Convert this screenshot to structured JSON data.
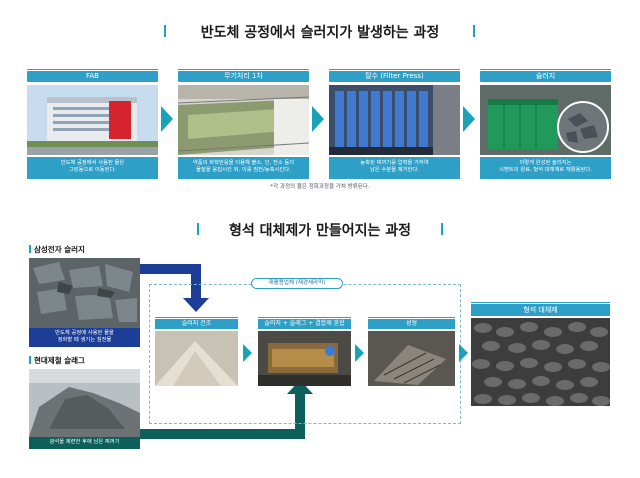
{
  "top": {
    "title": "반도체 공정에서 슬러지가 발생하는 과정",
    "stages": [
      {
        "label": "FAB",
        "caption_1": "반도체 공정에서 사용된 물은",
        "caption_2": "그린동으로 이동된다."
      },
      {
        "label": "무기처리 1차",
        "caption_1": "약품의 화학반응을 이용해 불소, 인, 전소 등의",
        "caption_2": "물질을 응집시킨 뒤, 이를 침전/농축시킨다."
      },
      {
        "label": "탈수 (Filter Press)",
        "caption_1": "농축된 찌꺼기를 압력을 가하여",
        "caption_2": "남은 수분을 제거한다."
      },
      {
        "label": "슬러지",
        "caption_1": "이렇게 완성된 슬러지는",
        "caption_2": "시멘트의 원료, 형석 대체재로 재활용된다."
      }
    ],
    "note": "*각 과정의 물은 정화과정을 거쳐 방류된다."
  },
  "bottom": {
    "title": "형석 대체제가 만들어지는 과정",
    "samsung": {
      "label": "삼성전자 슬러지",
      "caption_1": "반도체 공정에 사용된 물을",
      "caption_2": "정화할 때 생기는 침전물"
    },
    "hyundai": {
      "label": "현대제철 슬래그",
      "caption_1": "광석을 제련한 후에 남은 찌꺼기"
    },
    "recycler": "재활용업체 (재경세라믹)",
    "steps": [
      {
        "label": "슬러지 건조"
      },
      {
        "label": "슬러지 + 슬래그 + 결합제 혼합"
      },
      {
        "label": "성형"
      }
    ],
    "product": "형석 대체제"
  },
  "colors": {
    "accent": "#2e9fc7",
    "arrow": "#1aa3b8",
    "navy": "#1c3e96",
    "green": "#0c5f5a"
  }
}
